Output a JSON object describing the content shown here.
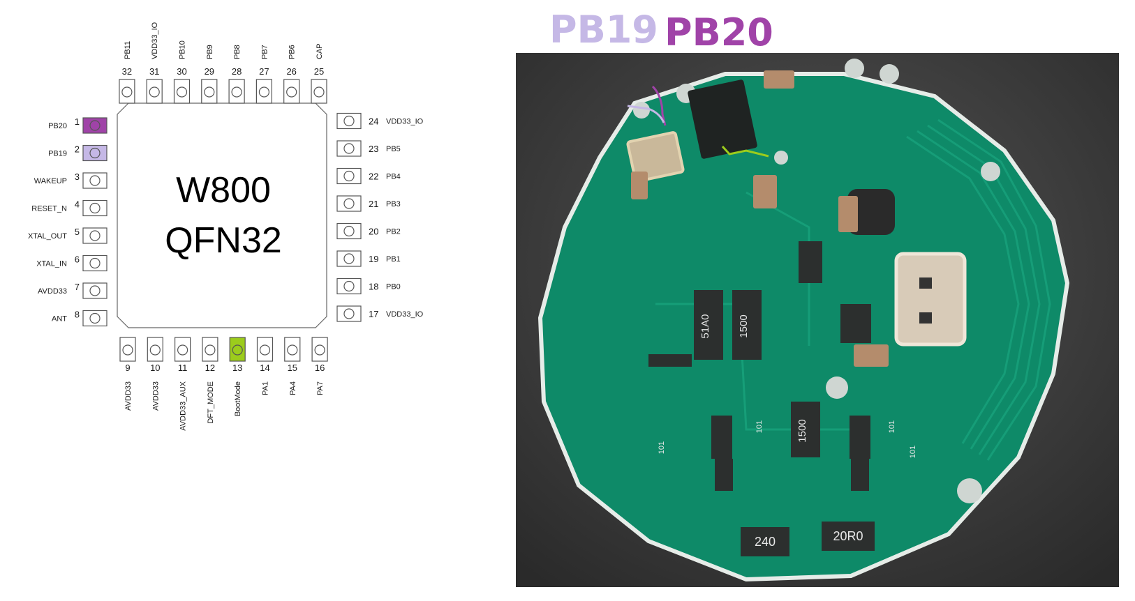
{
  "chip": {
    "line1": "W800",
    "line2": "QFN32"
  },
  "colors": {
    "pb20": "#a043a8",
    "pb19": "#c5b8e6",
    "bootmode": "#9ccc1c",
    "pin_outline": "#555555",
    "pcb_green": "#0e8a68"
  },
  "pins": {
    "left": [
      {
        "num": "1",
        "name": "PB20",
        "highlight": "pb20"
      },
      {
        "num": "2",
        "name": "PB19",
        "highlight": "pb19"
      },
      {
        "num": "3",
        "name": "WAKEUP"
      },
      {
        "num": "4",
        "name": "RESET_N"
      },
      {
        "num": "5",
        "name": "XTAL_OUT"
      },
      {
        "num": "6",
        "name": "XTAL_IN"
      },
      {
        "num": "7",
        "name": "AVDD33"
      },
      {
        "num": "8",
        "name": "ANT"
      }
    ],
    "bottom": [
      {
        "num": "9",
        "name": "AVDD33"
      },
      {
        "num": "10",
        "name": "AVDD33"
      },
      {
        "num": "11",
        "name": "AVDD33_AUX"
      },
      {
        "num": "12",
        "name": "DFT_MODE"
      },
      {
        "num": "13",
        "name": "BootMode",
        "highlight": "bootmode"
      },
      {
        "num": "14",
        "name": "PA1"
      },
      {
        "num": "15",
        "name": "PA4"
      },
      {
        "num": "16",
        "name": "PA7"
      }
    ],
    "right": [
      {
        "num": "17",
        "name": "VDD33_IO"
      },
      {
        "num": "18",
        "name": "PB0"
      },
      {
        "num": "19",
        "name": "PB1"
      },
      {
        "num": "20",
        "name": "PB2"
      },
      {
        "num": "21",
        "name": "PB3"
      },
      {
        "num": "22",
        "name": "PB4"
      },
      {
        "num": "23",
        "name": "PB5"
      },
      {
        "num": "24",
        "name": "VDD33_IO"
      }
    ],
    "top": [
      {
        "num": "25",
        "name": "CAP"
      },
      {
        "num": "26",
        "name": "PB6"
      },
      {
        "num": "27",
        "name": "PB7"
      },
      {
        "num": "28",
        "name": "PB8"
      },
      {
        "num": "29",
        "name": "PB9"
      },
      {
        "num": "30",
        "name": "PB10"
      },
      {
        "num": "31",
        "name": "VDD33_IO"
      },
      {
        "num": "32",
        "name": "PB11"
      }
    ]
  },
  "photo": {
    "labels": {
      "pb19": "PB19",
      "pb20": "PB20"
    },
    "smd_markings": [
      "51A0",
      "1500",
      "1500",
      "240",
      "20R0",
      "101",
      "101",
      "101",
      "101"
    ]
  }
}
